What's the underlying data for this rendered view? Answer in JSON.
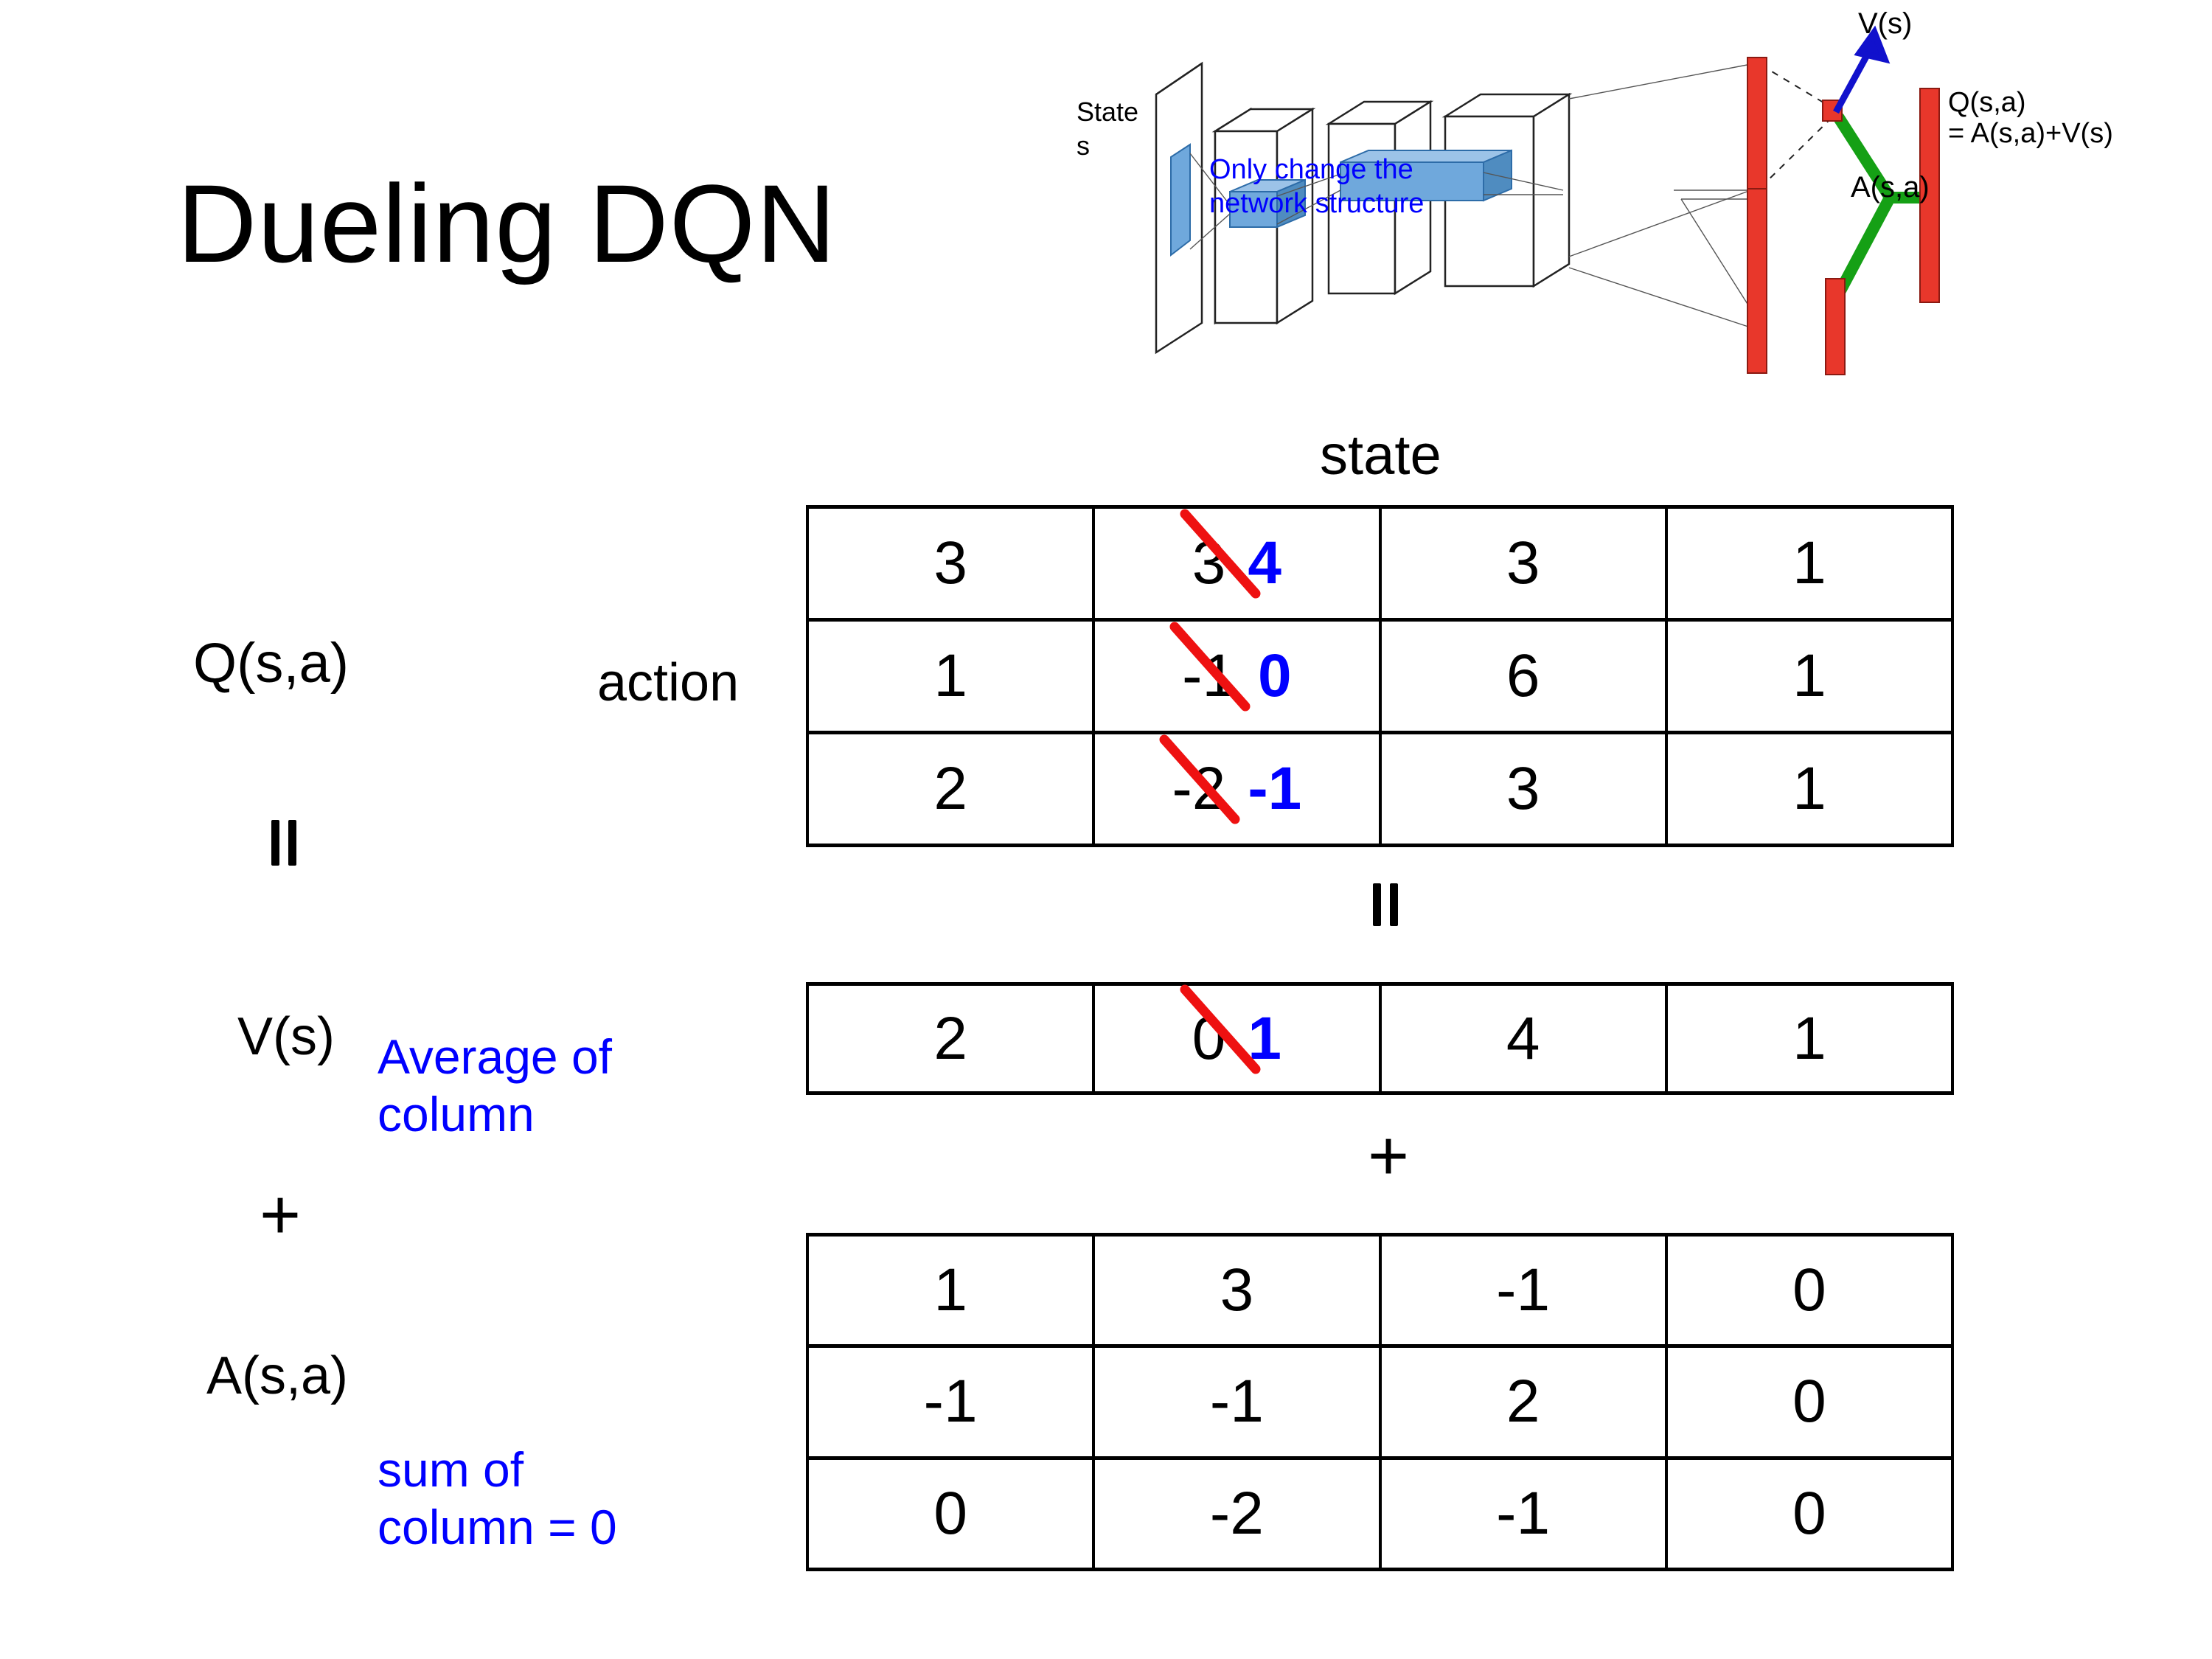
{
  "title": "Dueling DQN",
  "colors": {
    "edit_blue": "#0000ff",
    "strike_red": "#ee1111",
    "note_blue": "#0000ff",
    "text_black": "#000000",
    "diagram_red": "#e8372b",
    "diagram_blue_layer": "#6fa8dc",
    "diagram_green": "#15a015",
    "diagram_arrow_blue": "#1111cc"
  },
  "diagram": {
    "input_label_line1": "State",
    "input_label_line2": "s",
    "note_line1": "Only change the",
    "note_line2": "network structure",
    "value_head_label": "V(s)",
    "advantage_head_label": "A(s,a)",
    "output_label_line1": "Q(s,a)",
    "output_label_line2": "= A(s,a)+V(s)"
  },
  "labels": {
    "state": "state",
    "action": "action",
    "q": "Q(s,a)",
    "v": "V(s)",
    "a": "A(s,a)",
    "equals_left": "=",
    "equals_mid": "=",
    "plus_left": "+",
    "plus_mid": "+",
    "avg_note_line1": "Average of",
    "avg_note_line2": "column",
    "sum_note_line1": "sum of",
    "sum_note_line2": "column = 0"
  },
  "tables": {
    "q": {
      "name": "Q(s,a)",
      "rows": [
        [
          {
            "value": "3"
          },
          {
            "value": "3",
            "struck": true,
            "new_value": "4"
          },
          {
            "value": "3"
          },
          {
            "value": "1"
          }
        ],
        [
          {
            "value": "1"
          },
          {
            "value": "-1",
            "struck": true,
            "new_value": "0"
          },
          {
            "value": "6"
          },
          {
            "value": "1"
          }
        ],
        [
          {
            "value": "2"
          },
          {
            "value": "-2",
            "struck": true,
            "new_value": "-1"
          },
          {
            "value": "3"
          },
          {
            "value": "1"
          }
        ]
      ]
    },
    "v": {
      "name": "V(s)",
      "rows": [
        [
          {
            "value": "2"
          },
          {
            "value": "0",
            "struck": true,
            "new_value": "1"
          },
          {
            "value": "4"
          },
          {
            "value": "1"
          }
        ]
      ]
    },
    "a": {
      "name": "A(s,a)",
      "rows": [
        [
          {
            "value": "1"
          },
          {
            "value": "3"
          },
          {
            "value": "-1"
          },
          {
            "value": "0"
          }
        ],
        [
          {
            "value": "-1"
          },
          {
            "value": "-1"
          },
          {
            "value": "2"
          },
          {
            "value": "0"
          }
        ],
        [
          {
            "value": "0"
          },
          {
            "value": "-2"
          },
          {
            "value": "-1"
          },
          {
            "value": "0"
          }
        ]
      ]
    }
  }
}
